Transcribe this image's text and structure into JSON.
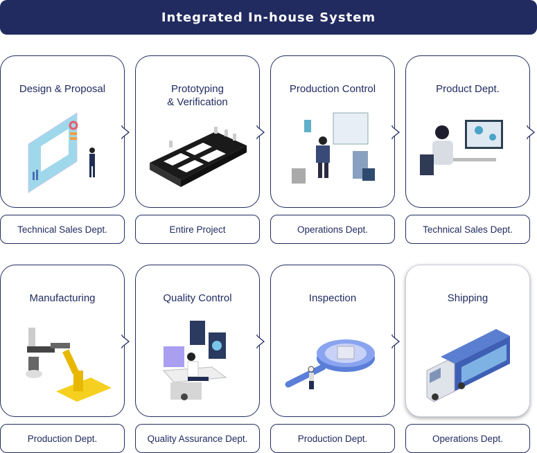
{
  "header": {
    "title": "Integrated In-house System"
  },
  "steps": [
    {
      "title": "Design & Proposal",
      "dept": "Technical Sales Dept.",
      "icon": "presentation-illustration"
    },
    {
      "title": "Prototyping\n& Verification",
      "dept": "Entire Project",
      "icon": "module-frame-illustration"
    },
    {
      "title": "Production Control",
      "dept": "Operations Dept.",
      "icon": "control-dashboard-illustration"
    },
    {
      "title": "Product Dept.",
      "dept": "Technical Sales Dept.",
      "icon": "cad-workstation-illustration"
    },
    {
      "title": "Manufacturing",
      "dept": "Production Dept.",
      "icon": "robot-arm-illustration"
    },
    {
      "title": "Quality Control",
      "dept": "Quality Assurance Dept.",
      "icon": "qa-workstation-illustration"
    },
    {
      "title": "Inspection",
      "dept": "Production Dept.",
      "icon": "magnifier-illustration"
    },
    {
      "title": "Shipping",
      "dept": "Operations Dept.",
      "icon": "truck-illustration"
    }
  ],
  "colors": {
    "navy": "#212b60",
    "accent_blue": "#5b7fd8"
  }
}
